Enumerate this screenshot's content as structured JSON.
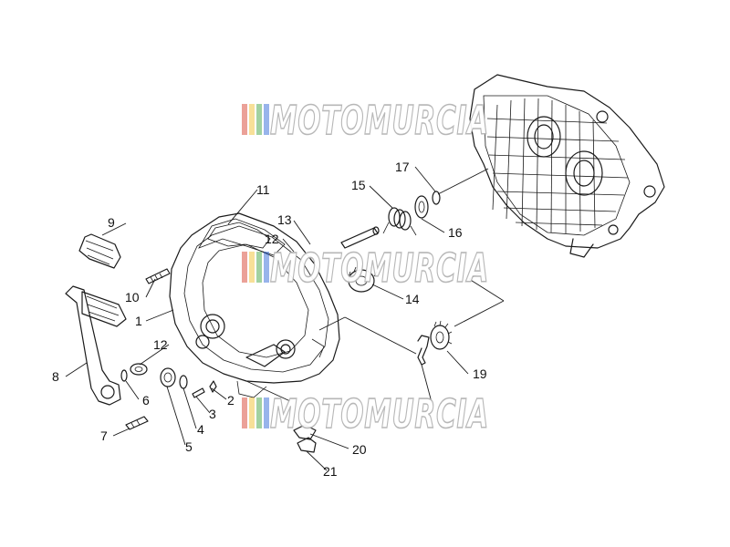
{
  "diagram": {
    "part_numbers": [
      "1",
      "2",
      "3",
      "4",
      "5",
      "6",
      "7",
      "8",
      "9",
      "10",
      "11",
      "12",
      "12",
      "13",
      "14",
      "15",
      "16",
      "17",
      "19",
      "20",
      "21"
    ]
  },
  "watermark": {
    "text": "MOTOMURCIA",
    "stripe_colors": [
      "#d94a3a",
      "#f0c23a",
      "#4aa84a",
      "#3a6fd9"
    ]
  }
}
